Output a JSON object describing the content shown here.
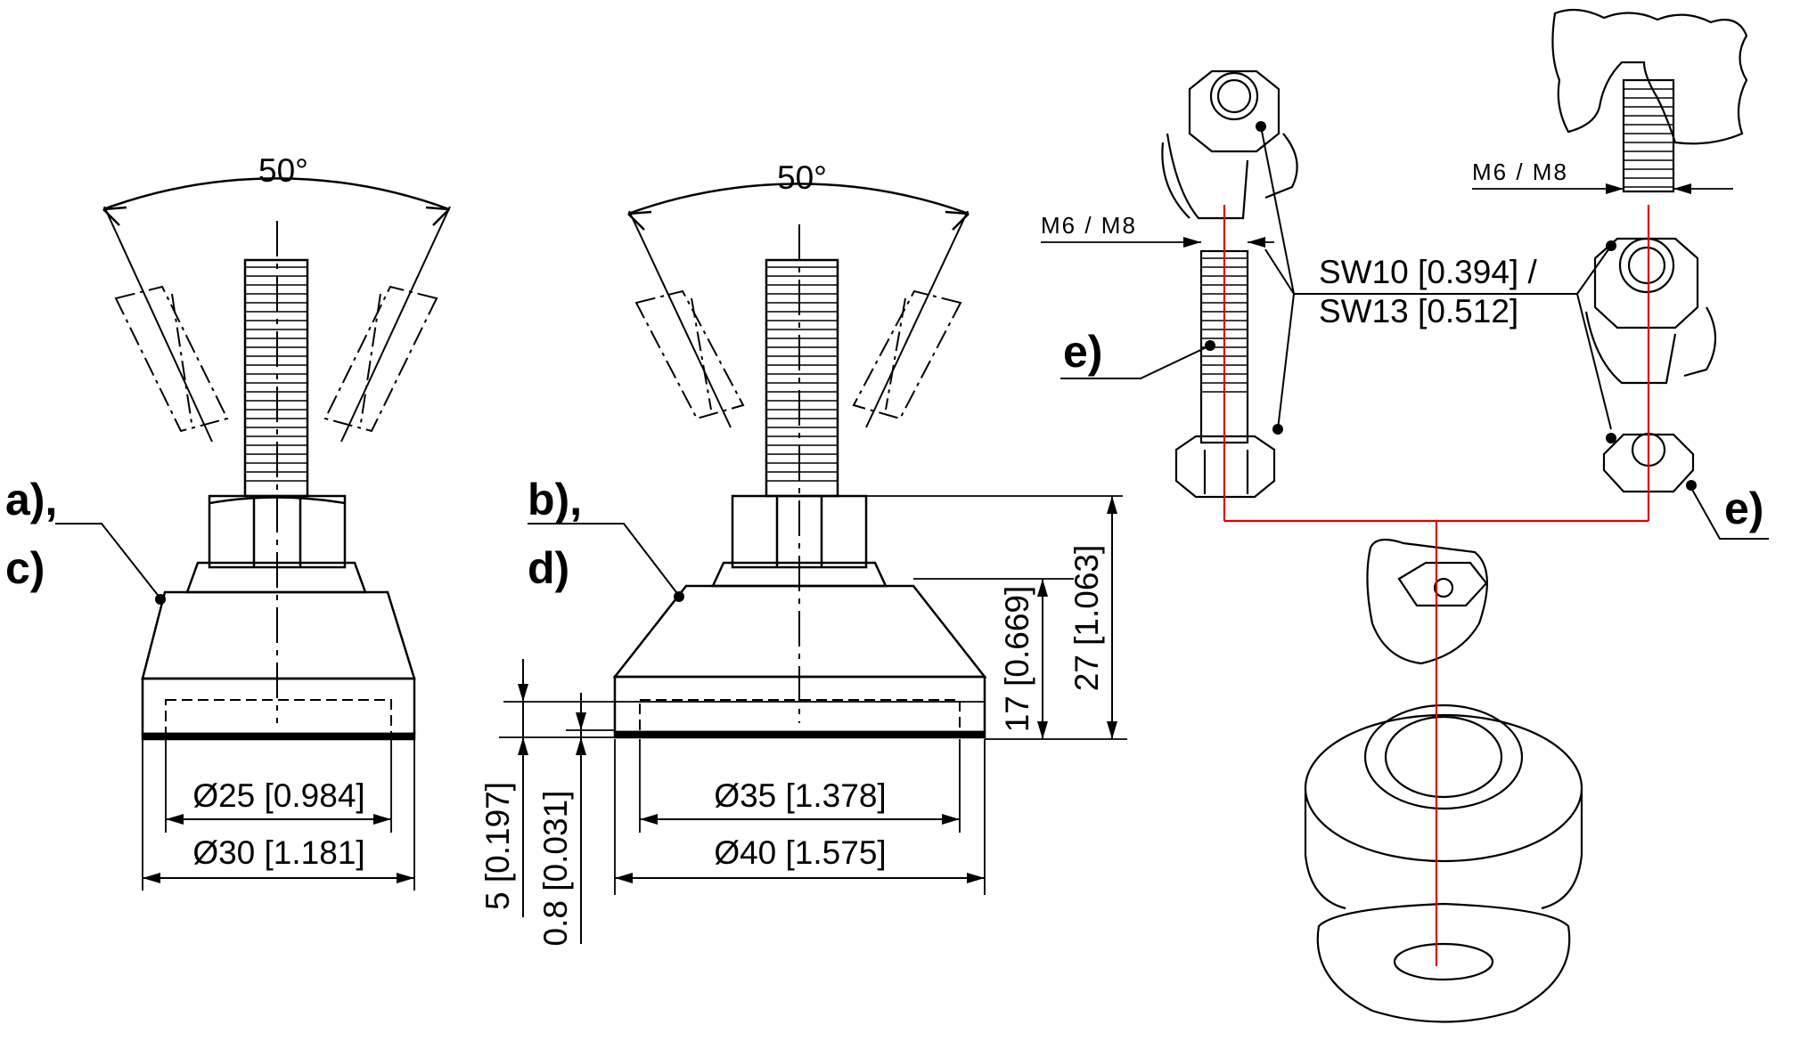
{
  "colors": {
    "line": "#000000",
    "assembly_axis": "#e00000",
    "background": "#ffffff"
  },
  "view_left": {
    "angle": "50°",
    "callout_1": "a),",
    "callout_2": "c)",
    "dia_inner": "Ø25 [0.984]",
    "dia_outer": "Ø30 [1.181]"
  },
  "view_mid": {
    "angle": "50°",
    "callout_1": "b),",
    "callout_2": "d)",
    "dia_inner": "Ø35 [1.378]",
    "dia_outer": "Ø40 [1.575]",
    "height_total": "27 [1.063]",
    "height_base": "17 [0.669]",
    "pad_height": "5 [0.197]",
    "pad_thickness": "0.8 [0.031]"
  },
  "view_assembly": {
    "thread_left": "M6 / M8",
    "thread_right": "M6 / M8",
    "wrench_line_1": "SW10 [0.394] /",
    "wrench_line_2": "SW13 [0.512]",
    "callout_left": "e)",
    "callout_right": "e)"
  }
}
